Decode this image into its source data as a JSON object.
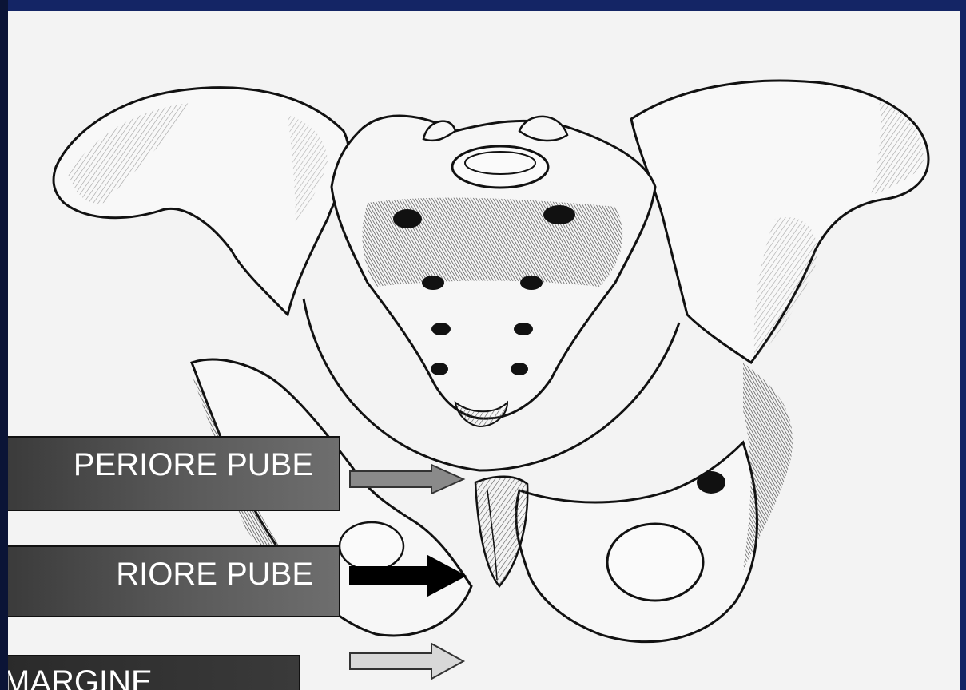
{
  "labels": [
    {
      "text": "PERIORE PUBE",
      "arrow_color": "#8a8a8a"
    },
    {
      "text": "RIORE PUBE",
      "arrow_color": "#000000"
    },
    {
      "text": "MARGINE",
      "arrow_color": "#d8d8d8"
    }
  ],
  "colors": {
    "background": "#f3f3f3",
    "frame": "#142565",
    "label_box": "#4a4a4a",
    "label_text": "#ffffff",
    "ink": "#111111"
  },
  "icons": {
    "arrow_1": "right-arrow-icon",
    "arrow_2": "right-arrow-icon",
    "arrow_3": "right-arrow-icon"
  }
}
